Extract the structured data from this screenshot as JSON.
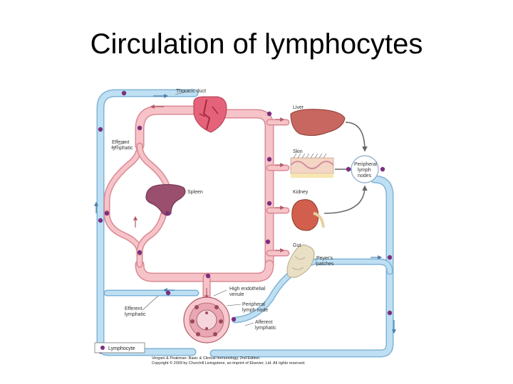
{
  "slide": {
    "title": "Circulation of lymphocytes"
  },
  "labels": {
    "thoracic_duct": "Thoracic duct",
    "liver": "Liver",
    "skin": "Skin",
    "kidney": "Kidney",
    "gut": "Gut",
    "efferent_lymphatic_top_1": "Efferent",
    "efferent_lymphatic_top_2": "lymphatic",
    "spleen": "Spleen",
    "peripheral_lymph_nodes_1": "Peripheral",
    "peripheral_lymph_nodes_2": "lymph",
    "peripheral_lymph_nodes_3": "nodes",
    "peyers_patches_1": "Peyer's",
    "peyers_patches_2": "patches",
    "hev_1": "High endothelial",
    "hev_2": "venule",
    "efferent_lymphatic_bottom_1": "Efferent",
    "efferent_lymphatic_bottom_2": "lymphatic",
    "peripheral_lymph_node_1": "Peripheral",
    "peripheral_lymph_node_2": "lymph node",
    "afferent_lymphatic_1": "Afferent",
    "afferent_lymphatic_2": "lymphatic"
  },
  "legend": {
    "lymphocyte": "Lymphocyte"
  },
  "credit": {
    "line1": "Vergani & Peakman: Basic & Clinical Immunology, 2nd Edition.",
    "line2": "Copyright © 2009 by Churchill Livingstone, an imprint of Elsevier, Ltd. All rights reserved."
  },
  "colors": {
    "blood_vessel": "#f6c3c8",
    "blood_vessel_edge": "#d98a95",
    "lymph_vessel": "#bfdff2",
    "lymph_vessel_edge": "#7eb4d8",
    "lymphocyte": "#7b2f7e",
    "heart": "#e5637a",
    "spleen": "#9a4f6f",
    "liver": "#c8675f",
    "kidney": "#d25f4d",
    "gut": "#e8dfc4"
  }
}
